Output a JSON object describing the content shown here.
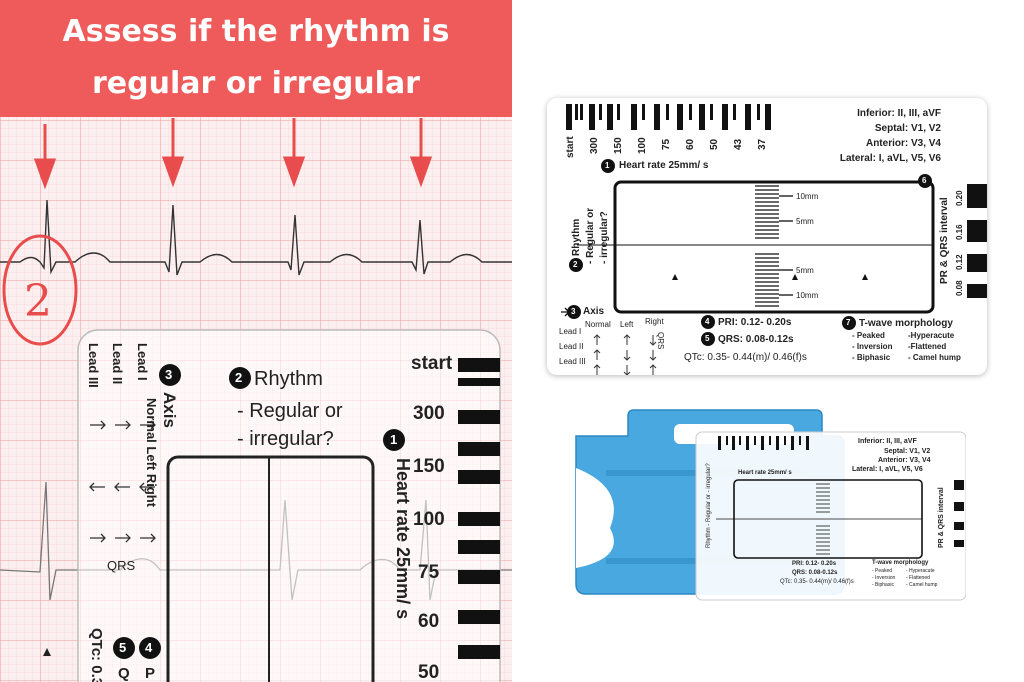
{
  "banner": {
    "line1": "Assess if the rhythm is",
    "line2": "regular or irregular"
  },
  "circle_number": "2",
  "photo_card": {
    "start": "start",
    "scale": [
      "300",
      "150",
      "100",
      "75",
      "60",
      "50"
    ],
    "heart_rate": "Heart rate 25mm/ s",
    "rhythm_title": "Rhythm",
    "rhythm_q1": "- Regular or",
    "rhythm_q2": "- irregular?",
    "axis": "Axis",
    "axis_cols": "Normal  Left  Right",
    "leads": [
      "Lead III",
      "Lead II",
      "Lead I"
    ],
    "qrs": "QRS",
    "qtc_frag": "QTc: 0.3",
    "badge1": "1",
    "badge2": "2",
    "badge3": "3",
    "badge4": "4",
    "badge5": "5",
    "pq_frag": "P",
    "qrs_frag": "Q"
  },
  "product_card": {
    "scale": [
      "start",
      "300",
      "150",
      "100",
      "75",
      "60",
      "50",
      "43",
      "37"
    ],
    "leads_title": [
      "Inferior: II, III, aVF",
      "Septal: V1, V2",
      "Anterior: V3, V4",
      "Lateral: I, aVL, V5, V6"
    ],
    "heart_rate": "Heart rate 25mm/ s",
    "rhythm_label": "Rhythm",
    "rhythm_q": "- Regular or",
    "rhythm_q2": "- irregular?",
    "mm_labels": [
      "10mm",
      "5mm",
      "5mm",
      "10mm"
    ],
    "pr_qrs": "PR & QRS interval",
    "pr_ticks": [
      "0.20",
      "0.16",
      "0.12",
      "0.08"
    ],
    "axis": "Axis",
    "axis_cols": [
      "Normal",
      "Left",
      "Right"
    ],
    "leads": [
      "Lead I",
      "Lead II",
      "Lead III"
    ],
    "qrs_vert": "QRS",
    "pri": "PRI: 0.12- 0.20s",
    "qrs": "QRS: 0.08-0.12s",
    "qtc": "QTc: 0.35- 0.44(m)/ 0.46(f)s",
    "twave": "T-wave morphology",
    "twave_items": [
      "- Peaked",
      "-Hyperacute",
      "- Inversion",
      "-Flattened",
      "- Biphasic",
      "- Camel hump"
    ],
    "badges": [
      "1",
      "2",
      "3",
      "4",
      "5",
      "6",
      "7"
    ]
  },
  "holder_card": {
    "leads_title": [
      "Inferior: II, III, aVF",
      "Septal: V1, V2",
      "Anterior: V3, V4",
      "Lateral: I, aVL, V5, V6"
    ],
    "heart_rate": "Heart rate 25mm/ s",
    "pr_qrs": "PR & QRS interval",
    "rhythm": "Rhythm - Regular or - irregular?",
    "pri": "PRI: 0.12- 0.20s",
    "qrs": "QRS: 0.08-0.12s",
    "qtc": "QTc: 0.35- 0.44(m)/ 0.46(f)s",
    "twave": "T-wave morphology",
    "twave_items": [
      "- Peaked",
      "- Hyperacute",
      "- Inversion",
      "- Flattened",
      "- Biphasic",
      "- Camel hump"
    ]
  },
  "colors": {
    "banner": "#ef5b5b",
    "grid": "#f2b9b9",
    "holder": "#4aa8e0",
    "marker": "#e84c4c"
  }
}
